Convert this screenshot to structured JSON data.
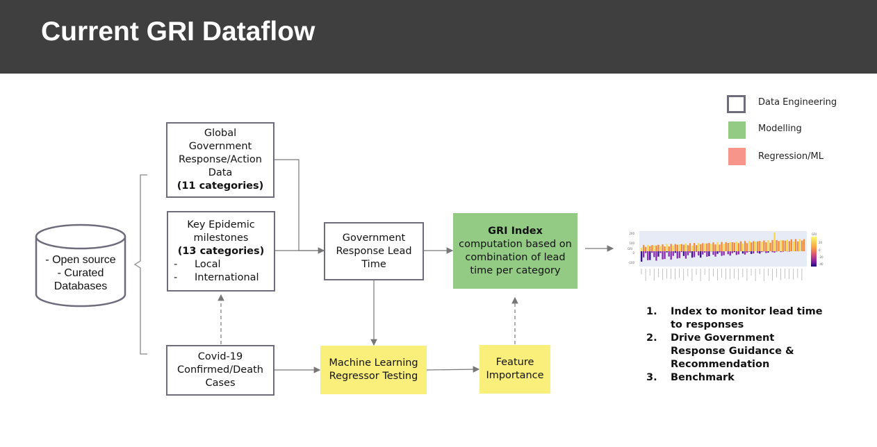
{
  "title": "Current GRI Dataflow",
  "source_db": {
    "lines": [
      "- Open source",
      "- Curated",
      "Databases"
    ]
  },
  "boxes": {
    "global_gov": {
      "lines": [
        "Global",
        "Government",
        "Response/Action",
        "Data"
      ],
      "bold": "(11 categories)"
    },
    "epidemic": {
      "lines": [
        "Key Epidemic",
        "milestones"
      ],
      "bold": "(13 categories)",
      "sub": [
        {
          "dash": "-",
          "text": "Local"
        },
        {
          "dash": "-",
          "text": "International"
        }
      ]
    },
    "covid": {
      "lines": [
        "Covid-19",
        "Confirmed/Death",
        "Cases"
      ]
    },
    "lead_time": {
      "lines": [
        "Government",
        "Response Lead",
        "Time"
      ]
    },
    "gri_index": {
      "bold": "GRI Index",
      "lines": [
        "computation based on",
        "combination of lead",
        "time per category"
      ]
    },
    "ml": {
      "lines": [
        "Machine Learning",
        "Regressor Testing"
      ]
    },
    "feature": {
      "lines": [
        "Feature",
        "Importance"
      ]
    }
  },
  "legend": [
    {
      "label": "Data Engineering",
      "type": "outline",
      "color": "#6e6b7b"
    },
    {
      "label": "Modelling",
      "type": "fill",
      "color": "#93cb85"
    },
    {
      "label": "Regression/ML",
      "type": "fill",
      "color": "#f7958a"
    }
  ],
  "benefits": [
    {
      "num": "1.",
      "text": "Index to monitor lead time to responses"
    },
    {
      "num": "2.",
      "text": "Drive Government Response Guidance & Recommendation"
    },
    {
      "num": "3.",
      "text": "Benchmark"
    }
  ],
  "mini_chart": {
    "colorbar_label": "GRI",
    "colorbar_ticks": [
      "20",
      "0",
      "-20",
      "-40"
    ],
    "yaxis_label": "GRI",
    "yticks": [
      "200",
      "100",
      "0",
      "-100"
    ],
    "colors": {
      "bg": "#e6ebf5",
      "high": "#f9d849",
      "mid": "#f28a3a",
      "neg": "#8a2ab0",
      "low": "#3b0f8c"
    }
  }
}
